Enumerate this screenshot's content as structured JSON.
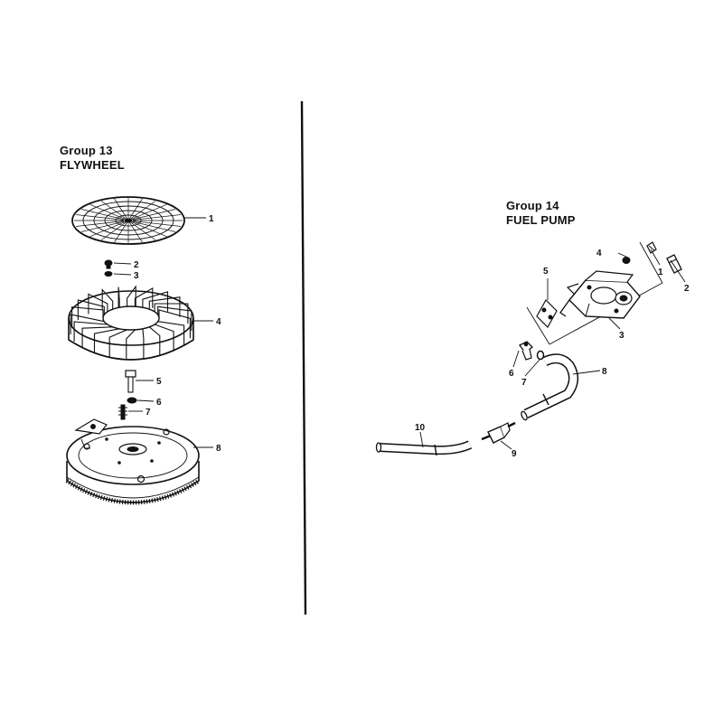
{
  "group13": {
    "heading": "Group 13",
    "name": "FLYWHEEL",
    "callouts": [
      "1",
      "2",
      "3",
      "4",
      "5",
      "6",
      "7",
      "8"
    ]
  },
  "group14": {
    "heading": "Group 14",
    "name": "FUEL PUMP",
    "callouts": [
      "1",
      "2",
      "3",
      "4",
      "5",
      "6",
      "7",
      "8",
      "9",
      "10"
    ]
  },
  "colors": {
    "ink": "#111111",
    "paper": "#ffffff"
  }
}
